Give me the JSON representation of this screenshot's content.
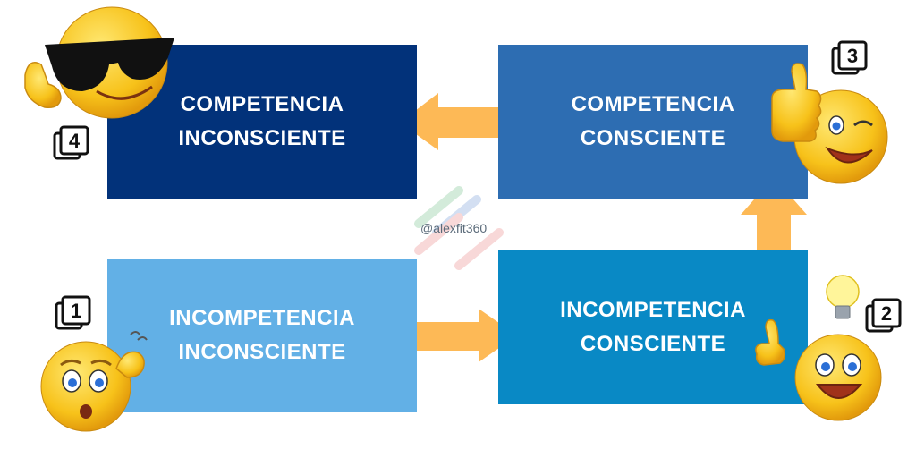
{
  "boxes": {
    "competencia_inconsciente": [
      "COMPETENCIA",
      "INCONSCIENTE"
    ],
    "competencia_consciente": [
      "COMPETENCIA",
      "CONSCIENTE"
    ],
    "incompetencia_inconsciente": [
      "INCOMPETENCIA",
      "INCONSCIENTE"
    ],
    "incompetencia_consciente": [
      "INCOMPETENCIA",
      "CONSCIENTE"
    ]
  },
  "badges": {
    "one": "1",
    "two": "2",
    "three": "3",
    "four": "4"
  },
  "watermark": "@alexfit360",
  "colors": {
    "box_dark_navy": "#02327a",
    "box_medium_blue": "#2d6db2",
    "box_light_blue": "#62b0e6",
    "box_cyan_blue": "#0989c5",
    "arrow": "#fdb956",
    "emoji_face": "#f7c21a"
  },
  "icons": [
    "cool-sunglasses-emoji-icon",
    "thumbs-up-wink-emoji-icon",
    "confused-scratching-head-emoji-icon",
    "idea-lightbulb-emoji-icon"
  ]
}
